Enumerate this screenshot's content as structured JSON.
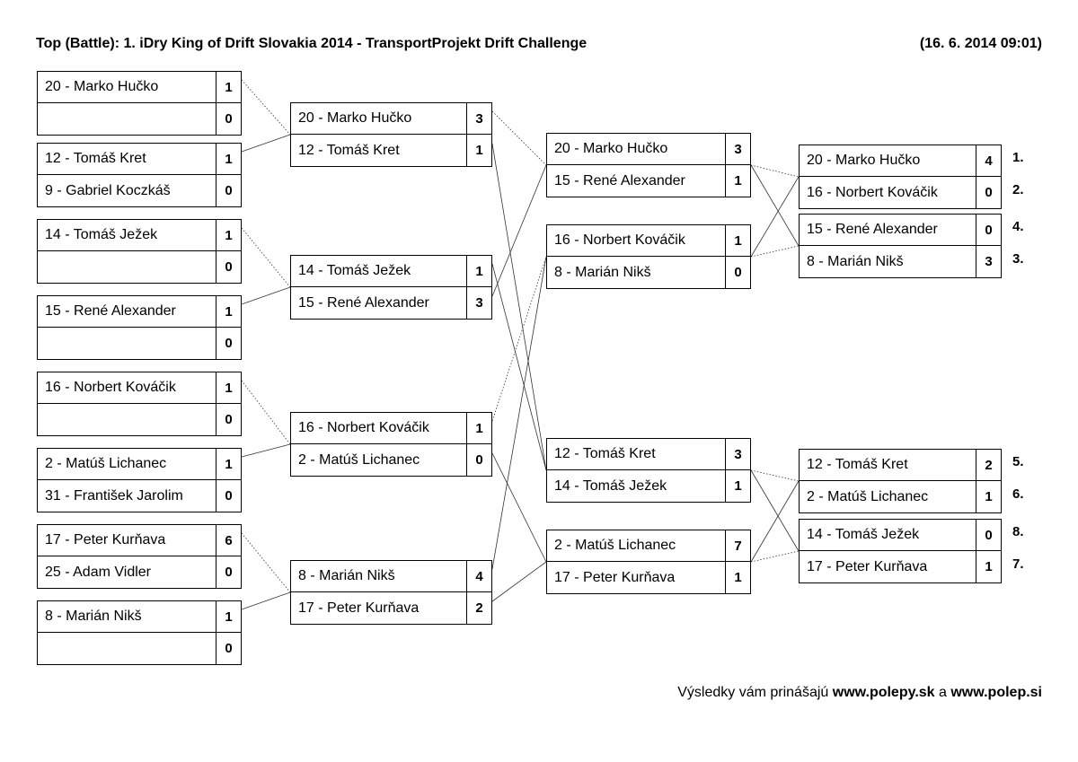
{
  "header": {
    "title": "Top (Battle): 1. iDry King of Drift Slovakia 2014 - TransportProjekt Drift Challenge",
    "datetime": "(16. 6. 2014 09:01)"
  },
  "footer": {
    "prefix": "Výsledky vám prinášajú ",
    "link1": "www.polepy.sk",
    "mid": " a ",
    "link2": "www.polep.si"
  },
  "rounds": [
    {
      "name": "round1",
      "matches": [
        {
          "p1": "20 - Marko Hučko",
          "s1": "1",
          "p2": "",
          "s2": "0"
        },
        {
          "p1": "12 - Tomáš Kret",
          "s1": "1",
          "p2": "9 - Gabriel Koczkáš",
          "s2": "0"
        },
        {
          "p1": "14 - Tomáš Ježek",
          "s1": "1",
          "p2": "",
          "s2": "0"
        },
        {
          "p1": "15 - René Alexander",
          "s1": "1",
          "p2": "",
          "s2": "0"
        },
        {
          "p1": "16 - Norbert Kováčik",
          "s1": "1",
          "p2": "",
          "s2": "0"
        },
        {
          "p1": "2 - Matúš Lichanec",
          "s1": "1",
          "p2": "31 - František Jarolim",
          "s2": "0"
        },
        {
          "p1": "17 - Peter Kurňava",
          "s1": "6",
          "p2": "25 - Adam Vidler",
          "s2": "0"
        },
        {
          "p1": "8 - Marián Nikš",
          "s1": "1",
          "p2": "",
          "s2": "0"
        }
      ]
    },
    {
      "name": "round2",
      "matches": [
        {
          "p1": "20 - Marko Hučko",
          "s1": "3",
          "p2": "12 - Tomáš Kret",
          "s2": "1"
        },
        {
          "p1": "14 - Tomáš Ježek",
          "s1": "1",
          "p2": "15 - René Alexander",
          "s2": "3"
        },
        {
          "p1": "16 - Norbert Kováčik",
          "s1": "1",
          "p2": "2 - Matúš Lichanec",
          "s2": "0"
        },
        {
          "p1": "8 - Marián Nikš",
          "s1": "4",
          "p2": "17 - Peter Kurňava",
          "s2": "2"
        }
      ]
    },
    {
      "name": "round3",
      "matches": [
        {
          "p1": "20 - Marko Hučko",
          "s1": "3",
          "p2": "15 - René Alexander",
          "s2": "1"
        },
        {
          "p1": "16 - Norbert Kováčik",
          "s1": "1",
          "p2": "8 - Marián Nikš",
          "s2": "0"
        },
        {
          "p1": "12 - Tomáš Kret",
          "s1": "3",
          "p2": "14 - Tomáš Ježek",
          "s2": "1"
        },
        {
          "p1": "2 - Matúš Lichanec",
          "s1": "7",
          "p2": "17 - Peter Kurňava",
          "s2": "1"
        }
      ]
    },
    {
      "name": "round4",
      "matches": [
        {
          "p1": "20 - Marko Hučko",
          "s1": "4",
          "p2": "16 - Norbert Kováčik",
          "s2": "0",
          "pl1": "1.",
          "pl2": "2."
        },
        {
          "p1": "15 - René Alexander",
          "s1": "0",
          "p2": "8 - Marián Nikš",
          "s2": "3",
          "pl1": "4.",
          "pl2": "3."
        },
        {
          "p1": "12 - Tomáš Kret",
          "s1": "2",
          "p2": "2 - Matúš Lichanec",
          "s2": "1",
          "pl1": "5.",
          "pl2": "6."
        },
        {
          "p1": "14 - Tomáš Ježek",
          "s1": "0",
          "p2": "17 - Peter Kurňava",
          "s2": "1",
          "pl1": "8.",
          "pl2": "7."
        }
      ]
    }
  ]
}
